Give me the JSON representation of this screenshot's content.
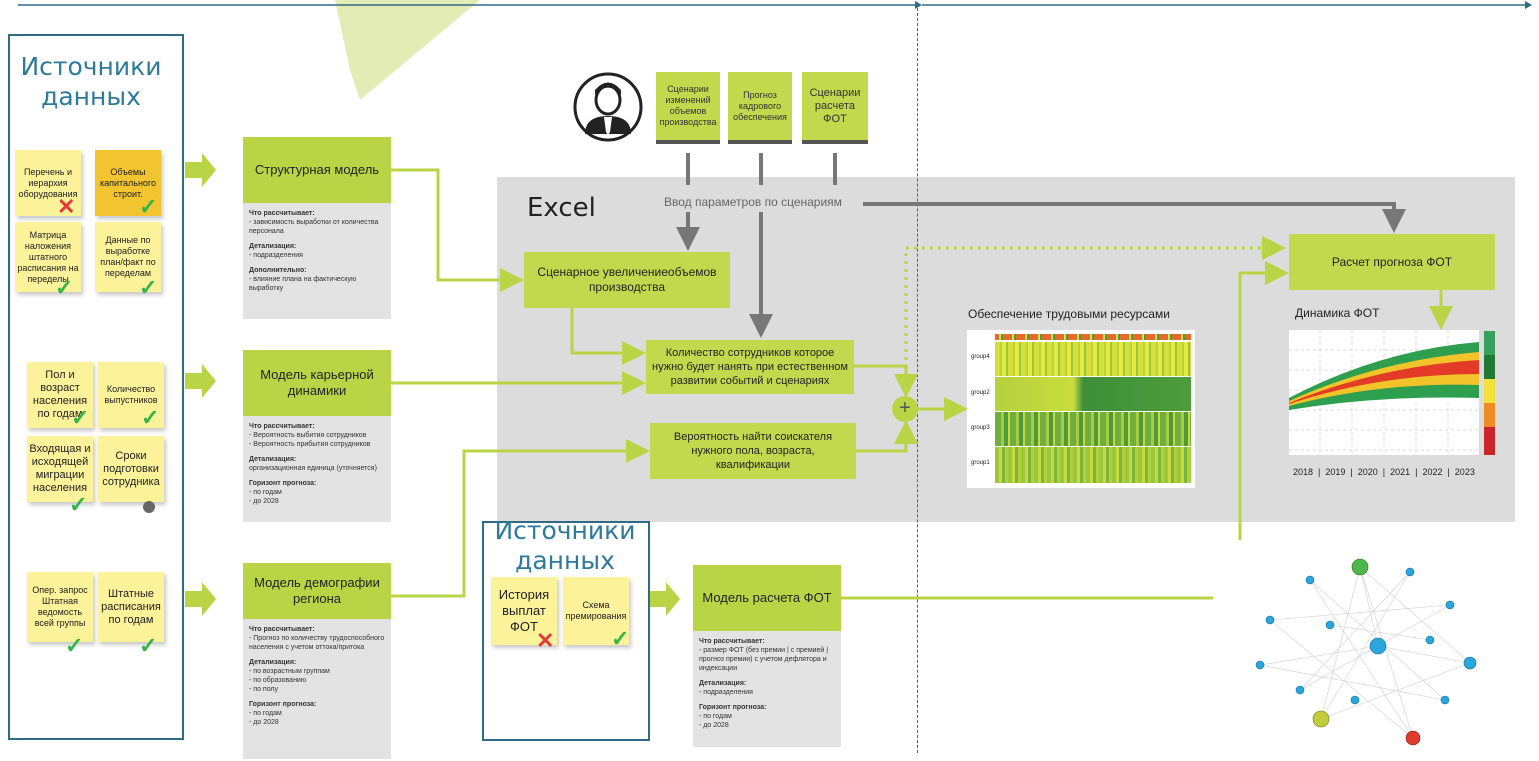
{
  "left_sources": {
    "title_line1": "Источники",
    "title_line2": "данных",
    "notes": [
      {
        "text": "Перечень и иерархия оборудования",
        "mark": "cross"
      },
      {
        "text": "Объемы капитального строит.",
        "mark": "check"
      },
      {
        "text": "Матрица наложения штатного расписания на переделы",
        "mark": "check"
      },
      {
        "text": "Данные по выработке план/факт по переделам",
        "mark": "check"
      },
      {
        "text": "Пол и возраст населения по годам",
        "mark": "check"
      },
      {
        "text": "Количество выпустников",
        "mark": "check"
      },
      {
        "text": "Входящая и исходящей миграции населения",
        "mark": "check"
      },
      {
        "text": "Сроки подготовки сотрудника",
        "mark": "dot"
      },
      {
        "text": "Опер. запрос Штатная ведомость всей группы",
        "mark": "check"
      },
      {
        "text": "Штатные расписания по годам",
        "mark": "check"
      }
    ]
  },
  "models": [
    {
      "title": "Структурная модель",
      "sections": [
        {
          "head": "Что рассчитывает:",
          "lines": [
            "- зависимость выработки от количества персонала"
          ]
        },
        {
          "head": "Детализация:",
          "lines": [
            "- подразделения"
          ]
        },
        {
          "head": "Дополнительно:",
          "lines": [
            "- влияние плана на фактическую выработку"
          ]
        }
      ]
    },
    {
      "title": "Модель карьерной динамики",
      "sections": [
        {
          "head": "Что рассчитывает:",
          "lines": [
            "- Вероятность выбития сотрудников",
            "- Вероятность прибытия сотрудников"
          ]
        },
        {
          "head": "Детализация:",
          "lines": [
            "организационная единица (уточняется)"
          ]
        },
        {
          "head": "Горизонт прогноза:",
          "lines": [
            "- по годам",
            "- до 2028"
          ]
        }
      ]
    },
    {
      "title": "Модель демографии региона",
      "sections": [
        {
          "head": "Что рассчитывает:",
          "lines": [
            "- Прогноз по количеству трудоспособного населения с учетом оттока/притока"
          ]
        },
        {
          "head": "Детализация:",
          "lines": [
            "- по возрастным группам",
            "- по образованию",
            "- по полу"
          ]
        },
        {
          "head": "Горизонт прогноза:",
          "lines": [
            "- по годам",
            "- до 2028"
          ]
        }
      ]
    },
    {
      "title": "Модель расчета ФОТ",
      "sections": [
        {
          "head": "Что рассчитывает:",
          "lines": [
            "- размер ФОТ (без премии | с премией | прогноз премии) с учетом дефлятора и индексации"
          ]
        },
        {
          "head": "Детализация:",
          "lines": [
            "- подразделения"
          ]
        },
        {
          "head": "Горизонт прогноза:",
          "lines": [
            "- по годам",
            "- до 2028"
          ]
        }
      ]
    }
  ],
  "fot_sources": {
    "title_line1": "Источники",
    "title_line2": "данных",
    "notes": [
      {
        "text": "История выплат ФОТ",
        "mark": "cross"
      },
      {
        "text": "Схема премирования",
        "mark": "check"
      }
    ]
  },
  "scenarios": [
    "Сценарии изменений объемов производства",
    "Прогноз кадрового обеспечения",
    "Сценарии расчета ФОТ"
  ],
  "excel": {
    "label": "Excel",
    "param_input": "Ввод параметров по сценариям",
    "box_volume": "Сценарное увеличениеобъемов производства",
    "box_hire": "Количество сотрудников которое нужно будет нанять при естественном развитии событий и сценариях",
    "box_prob": "Вероятность найти соискателя нужного пола, возраста, квалификации",
    "plus": "+"
  },
  "heatmap": {
    "title": "Обеспечение трудовыми ресурсами",
    "rows": [
      "group4",
      "group2",
      "group3",
      "group1"
    ]
  },
  "forecast": {
    "box": "Расчет прогноза ФОТ",
    "chart_title": "Динамика ФОТ",
    "years_text": "2018  |  2019  |  2020  |  2021  |  2022  |  2023"
  },
  "colors": {
    "green": "#b9d546",
    "frame": "#2e6c86",
    "grey_panel": "#dcdcdc",
    "arrow_grey": "#7a7a7a"
  },
  "icons": {
    "person": "user-icon"
  }
}
